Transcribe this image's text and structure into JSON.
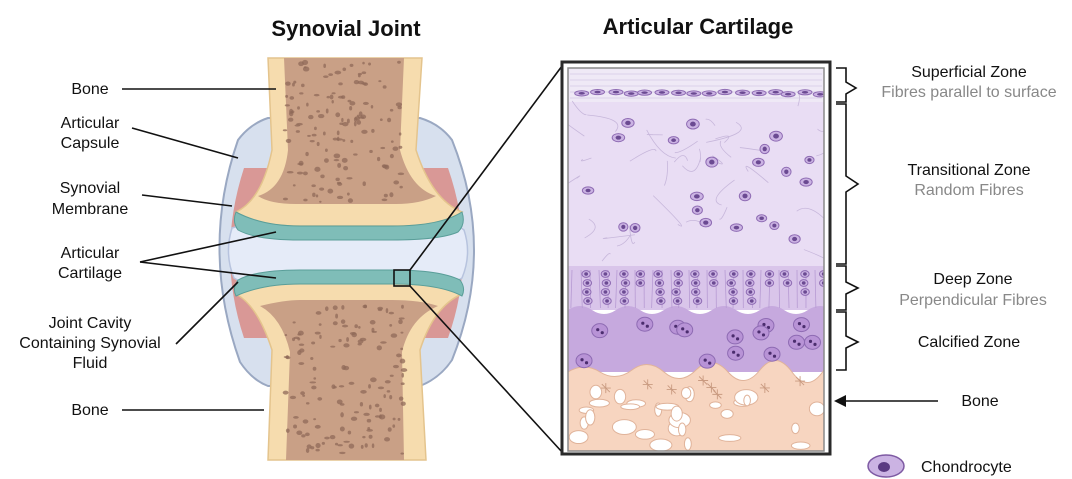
{
  "titles": {
    "left": "Synovial Joint",
    "right": "Articular Cartilage"
  },
  "joint_labels": {
    "bone_top": "Bone",
    "capsule": [
      "Articular",
      "Capsule"
    ],
    "membrane": [
      "Synovial",
      "Membrane"
    ],
    "cartilage": [
      "Articular",
      "Cartilage"
    ],
    "cavity": [
      "Joint Cavity",
      "Containing Synovial",
      "Fluid"
    ],
    "bone_bottom": "Bone"
  },
  "zones": [
    {
      "name": "Superficial Zone",
      "detail": "Fibres parallel to surface"
    },
    {
      "name": "Transitional Zone",
      "detail": "Random Fibres"
    },
    {
      "name": "Deep Zone",
      "detail": "Perpendicular Fibres"
    },
    {
      "name": "Calcified Zone",
      "detail": ""
    }
  ],
  "bone_label": "Bone",
  "legend": {
    "chondrocyte": "Chondrocyte"
  },
  "colors": {
    "bone_marrow": "#c9a086",
    "bone_cortex": "#f6dcae",
    "synovial_membrane": "#d98b86",
    "capsule": "#d7e0ee",
    "cartilage_teal": "#7fbdb8",
    "superficial": "#efe9f6",
    "transitional": "#e6d9f2",
    "deep": "#d8c3ea",
    "calcified": "#c4a7dd",
    "subchondral_bone": "#f7d5c0",
    "chondrocyte": "#a37cc4"
  }
}
